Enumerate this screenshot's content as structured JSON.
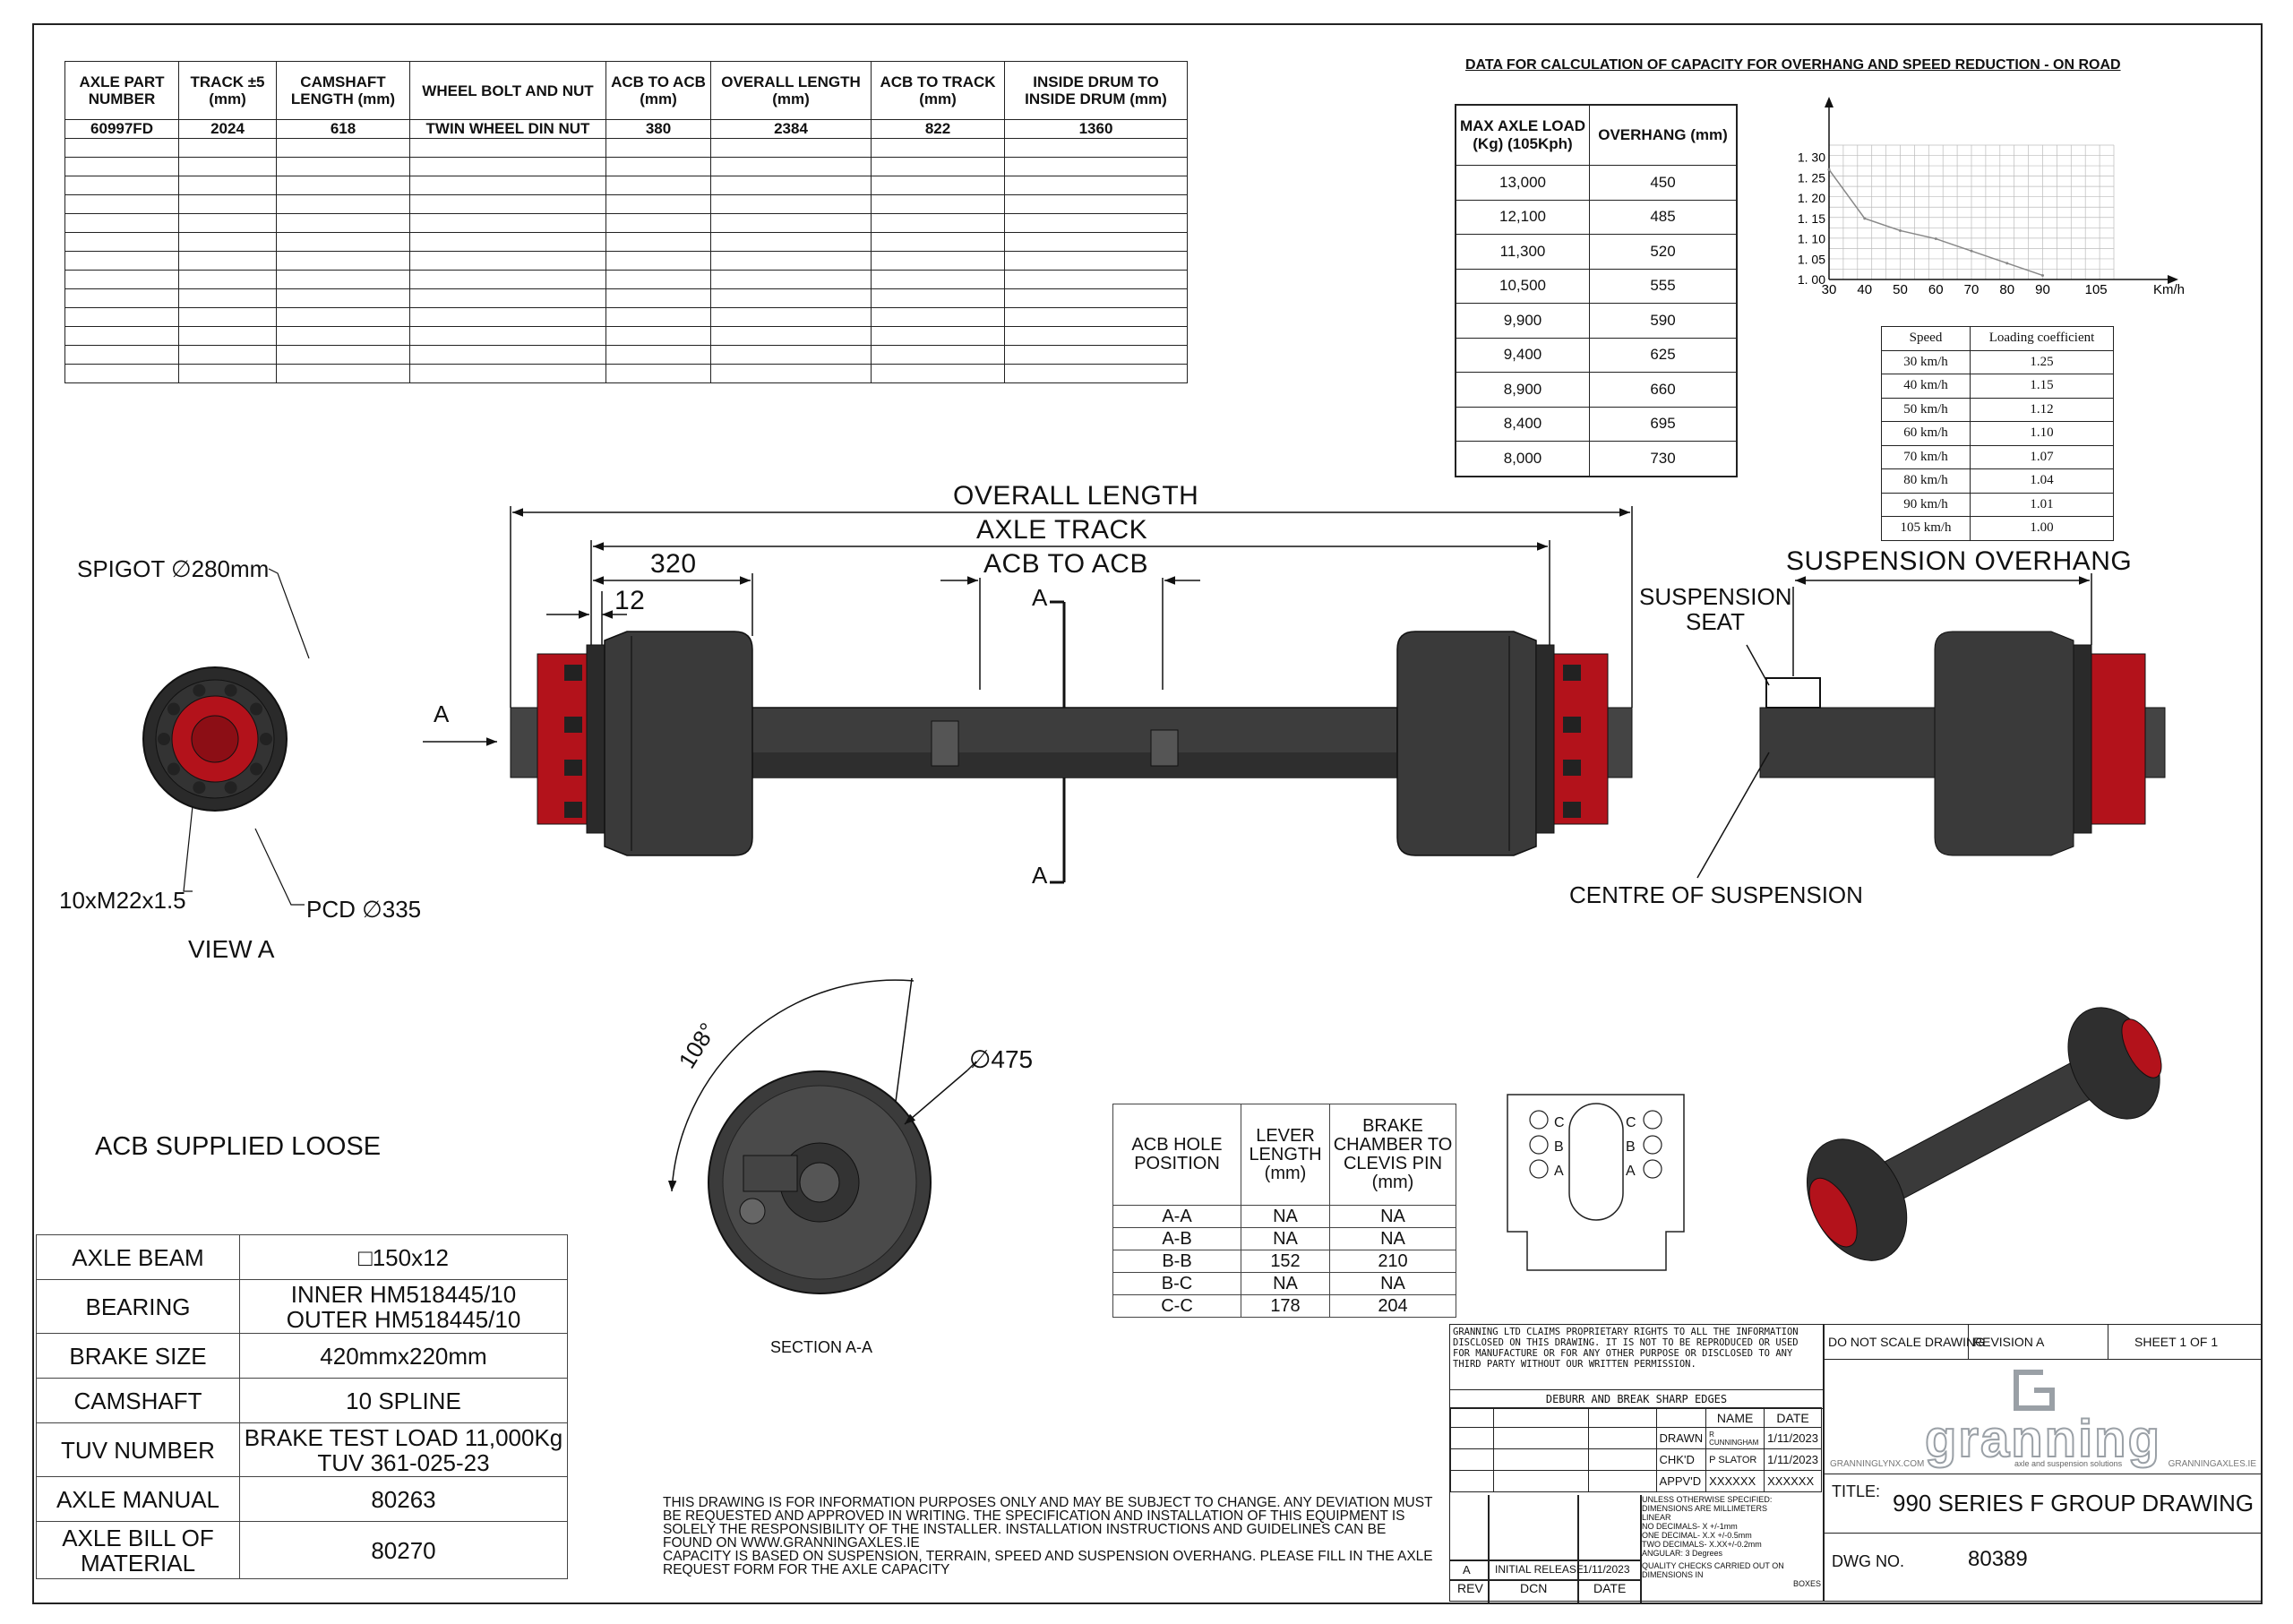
{
  "axle_table": {
    "headers": [
      "AXLE PART NUMBER",
      "TRACK ±5 (mm)",
      "CAMSHAFT LENGTH (mm)",
      "WHEEL BOLT AND NUT",
      "ACB TO ACB (mm)",
      "OVERALL LENGTH (mm)",
      "ACB TO TRACK (mm)",
      "INSIDE DRUM TO INSIDE DRUM (mm)"
    ],
    "rows": [
      [
        "60997FD",
        "2024",
        "618",
        "TWIN WHEEL DIN NUT",
        "380",
        "2384",
        "822",
        "1360"
      ]
    ]
  },
  "capacity": {
    "title": "DATA FOR CALCULATION OF CAPACITY FOR OVERHANG AND SPEED REDUCTION - ON ROAD",
    "load_headers": [
      "MAX AXLE LOAD (Kg) (105Kph)",
      "OVERHANG (mm)"
    ],
    "load_rows": [
      [
        "13,000",
        "450"
      ],
      [
        "12,100",
        "485"
      ],
      [
        "11,300",
        "520"
      ],
      [
        "10,500",
        "555"
      ],
      [
        "9,900",
        "590"
      ],
      [
        "9,400",
        "625"
      ],
      [
        "8,900",
        "660"
      ],
      [
        "8,400",
        "695"
      ],
      [
        "8,000",
        "730"
      ]
    ],
    "speed_headers": [
      "Speed",
      "Loading coefficient"
    ],
    "speed_rows": [
      [
        "30 km/h",
        "1.25"
      ],
      [
        "40 km/h",
        "1.15"
      ],
      [
        "50 km/h",
        "1.12"
      ],
      [
        "60 km/h",
        "1.10"
      ],
      [
        "70 km/h",
        "1.07"
      ],
      [
        "80 km/h",
        "1.04"
      ],
      [
        "90 km/h",
        "1.01"
      ],
      [
        "105 km/h",
        "1.00"
      ]
    ]
  },
  "chart_data": {
    "type": "line",
    "x": [
      30,
      40,
      50,
      60,
      70,
      80,
      90
    ],
    "series": [
      {
        "values": [
          1.27,
          1.15,
          1.12,
          1.1,
          1.07,
          1.04,
          1.01
        ]
      }
    ],
    "xticks": [
      "30",
      "40",
      "50",
      "60",
      "70",
      "80",
      "90",
      "105"
    ],
    "yticks": [
      "1. 00",
      "1. 05",
      "1. 10",
      "1. 15",
      "1. 20",
      "1. 25",
      "1. 30"
    ],
    "xunit": "Km/h",
    "xlim": [
      30,
      110
    ],
    "ylim": [
      1.0,
      1.33
    ],
    "grid": true
  },
  "dims": {
    "overall": "OVERALL LENGTH",
    "track": "AXLE TRACK",
    "acb": "ACB TO ACB",
    "d320": "320",
    "d12": "12",
    "sec_a": "A",
    "sec_a2": "A",
    "view_a_arrow": "A",
    "susp_overhang": "SUSPENSION OVERHANG",
    "susp_seat_1": "SUSPENSION",
    "susp_seat_2": "SEAT",
    "centre": "CENTRE OF SUSPENSION",
    "spigot": "SPIGOT ∅280mm",
    "studs": "10xM22x1.5",
    "pcd": "PCD ∅335",
    "view_a": "VIEW A",
    "angle": "108°",
    "drum_dia": "∅475",
    "section": "SECTION A-A",
    "acb_loose": "ACB SUPPLIED LOOSE"
  },
  "acb_table": {
    "headers": [
      "ACB HOLE POSITION",
      "LEVER LENGTH (mm)",
      "BRAKE CHAMBER TO CLEVIS PIN (mm)"
    ],
    "rows": [
      [
        "A-A",
        "NA",
        "NA"
      ],
      [
        "A-B",
        "NA",
        "NA"
      ],
      [
        "B-B",
        "152",
        "210"
      ],
      [
        "B-C",
        "NA",
        "NA"
      ],
      [
        "C-C",
        "178",
        "204"
      ]
    ]
  },
  "bracket": {
    "left": [
      "C",
      "B",
      "A"
    ],
    "right": [
      "C",
      "B",
      "A"
    ]
  },
  "spec_table": [
    {
      "k": "AXLE BEAM",
      "v": "□150x12"
    },
    {
      "k": "BEARING",
      "v": "INNER HM518445/10",
      "v2": "OUTER HM518445/10"
    },
    {
      "k": "BRAKE SIZE",
      "v": "420mmx220mm"
    },
    {
      "k": "CAMSHAFT",
      "v": "10 SPLINE"
    },
    {
      "k": "TUV NUMBER",
      "v": "BRAKE TEST LOAD 11,000Kg",
      "v2": "TUV 361-025-23"
    },
    {
      "k": "AXLE MANUAL",
      "v": "80263"
    },
    {
      "k": "AXLE BILL OF MATERIAL",
      "v": "80270"
    }
  ],
  "disclaimer": "THIS DRAWING IS FOR INFORMATION PURPOSES ONLY AND MAY BE SUBJECT TO CHANGE. ANY DEVIATION MUST BE REQUESTED AND APPROVED IN WRITING. THE SPECIFICATION AND INSTALLATION OF THIS EQUIPMENT IS SOLELY THE RESPONSIBILITY OF THE INSTALLER. INSTALLATION INSTRUCTIONS AND GUIDELINES CAN BE FOUND ON WWW.GRANNINGAXLES.IE",
  "disclaimer2": "CAPACITY IS BASED ON SUSPENSION, TERRAIN, SPEED AND SUSPENSION OVERHANG. PLEASE FILL IN THE AXLE REQUEST FORM FOR THE AXLE CAPACITY",
  "title_block": {
    "proprietary": "GRANNING LTD CLAIMS PROPRIETARY RIGHTS TO ALL THE INFORMATION DISCLOSED ON THIS DRAWING. IT IS NOT TO BE REPRODUCED OR USED FOR MANUFACTURE OR FOR ANY OTHER PURPOSE OR DISCLOSED TO ANY THIRD PARTY WITHOUT OUR WRITTEN PERMISSION.",
    "deburr": "DEBURR AND BREAK SHARP EDGES",
    "name_h": "NAME",
    "date_h": "DATE",
    "drawn": "DRAWN",
    "drawn_name": "R CUNNINGHAM",
    "drawn_date": "1/11/2023",
    "chkd": "CHK'D",
    "chkd_name": "P SLATOR",
    "chkd_date": "1/11/2023",
    "apprd": "APPV'D",
    "apprd_name": "XXXXXX",
    "apprd_date": "XXXXXX",
    "tol1": "UNLESS OTHERWISE SPECIFIED:",
    "tol2": "DIMENSIONS ARE MILLIMETERS",
    "tol3": "LINEAR",
    "tol4": "NO DECIMALS-     X +/-1mm",
    "tol5": "ONE DECIMAL-     X.X +/-0.5mm",
    "tol6": "TWO DECIMALS-   X.XX+/-0.2mm",
    "tol7": "ANGULAR: 3 Degrees",
    "tol8": "QUALITY CHECKS CARRIED OUT ON DIMENSIONS IN",
    "boxes": "BOXES",
    "rev_a": "A",
    "rev_desc": "INITIAL RELEASE",
    "rev_date": "1/11/2023",
    "rev_h": "REV",
    "dcn_h": "DCN",
    "date_h2": "DATE",
    "no_scale": "DO NOT SCALE DRAWING",
    "revision": "REVISION",
    "revision_v": "A",
    "sheet": "SHEET 1 OF 1",
    "logo": "granning",
    "logo_sub": "axle and suspension solutions",
    "web1": "GRANNINGLYNX.COM",
    "web2": "GRANNINGAXLES.IE",
    "title_lbl": "TITLE:",
    "title": "990 SERIES F GROUP DRAWING",
    "dwg_lbl": "DWG NO.",
    "dwg": "80389"
  },
  "colors": {
    "hub": "#b3121b",
    "body": "#3a3a3a",
    "dark": "#222222"
  }
}
